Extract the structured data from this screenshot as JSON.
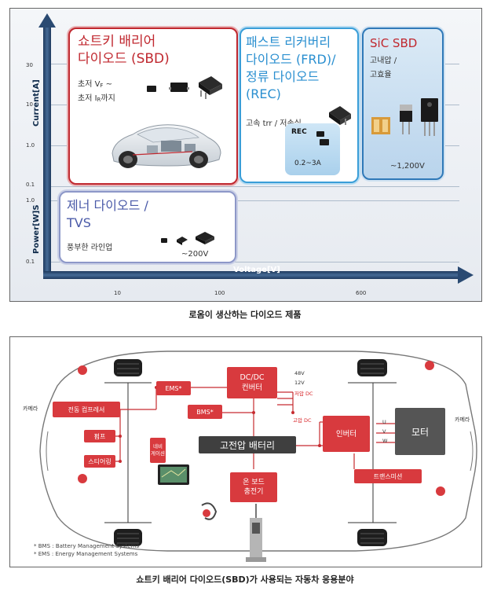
{
  "figure1": {
    "axes": {
      "current_label": "Current[A]",
      "power_label": "Power[W]S",
      "voltage_label": "Voltage[V]",
      "current_ticks": [
        "30",
        "10",
        "1.0",
        "0.1"
      ],
      "power_ticks": [
        "1.0",
        "0.1"
      ],
      "voltage_ticks": [
        "10",
        "100",
        "600"
      ]
    },
    "sbd": {
      "title_line1": "쇼트키 배리어",
      "title_line2": "다이오드 (SBD)",
      "spec1_prefix": "초저 V",
      "spec1_sub": "F",
      "spec1_suffix": " ~",
      "spec2_prefix": "초저 I",
      "spec2_sub": "R",
      "spec2_suffix": "까지"
    },
    "frd": {
      "title_line1": "패스트 리커버리",
      "title_line2": "다이오드 (FRD)/",
      "title_line3": "정류 다이오드",
      "title_line4": "(REC)",
      "spec": "고속 trr / 저손실",
      "rec_label": "REC",
      "rec_range": "0.2~3A"
    },
    "sic": {
      "title": "SiC SBD",
      "spec1": "고내압 /",
      "spec2": "고효율",
      "voltage": "~1,200V"
    },
    "zener": {
      "title_line1": "제너 다이오드 /",
      "title_line2": "TVS",
      "spec": "풍부한 라인업",
      "voltage": "~200V"
    },
    "caption": "로옴이 생산하는 다이오드 제품",
    "colors": {
      "sbd": "#c0282f",
      "frd": "#3a9ed8",
      "sic": "#2f79b8",
      "zener": "#4a5aa8",
      "axis": "#2a4a72"
    }
  },
  "figure2": {
    "blocks": {
      "ems": "EMS*",
      "bms": "BMS*",
      "dcdc_line1": "DC/DC",
      "dcdc_line2": "컨버터",
      "steering": "전동 컴프레서",
      "pump": "펌프",
      "steer": "스티어링",
      "navi_line1": "네비",
      "navi_line2": "게이션",
      "battery": "고전압 배터리",
      "inverter": "인버터",
      "motor": "모터",
      "transmission": "트랜스미션",
      "charger_line1": "온 보드",
      "charger_line2": "충전기"
    },
    "voltages": {
      "v48": "48V",
      "v12": "12V",
      "low_dc": "저압 DC",
      "high_dc": "고압 DC"
    },
    "phases": [
      "U",
      "V",
      "W"
    ],
    "side_labels": {
      "left": "카메라",
      "right": "카메라"
    },
    "notes": {
      "bms": "* BMS : Battery Management Systems",
      "ems": "* EMS : Energy Management Systems"
    },
    "caption": "쇼트키 배리어 다이오드(SBD)가 사용되는 자동차 응용분야",
    "colors": {
      "block": "#d83a3e",
      "dark": "#5b5b5b",
      "line": "#c62b30"
    }
  }
}
